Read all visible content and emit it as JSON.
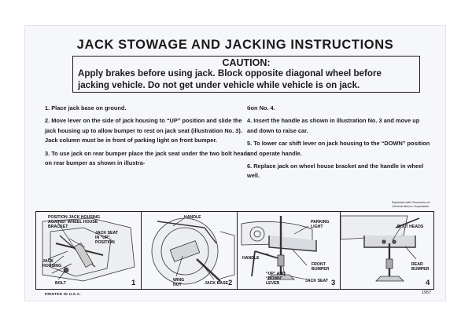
{
  "title": "JACK STOWAGE AND JACKING INSTRUCTIONS",
  "caution": {
    "heading": "CAUTION:",
    "line1": "Apply brakes before using jack. Block opposite diagonal wheel before",
    "line2": "jacking vehicle. Do not get under vehicle while vehicle is on jack."
  },
  "instructions_left": [
    "1.  Place jack base on ground.",
    "2.  Move lever on the side of jack housing to “UP” position and slide the jack housing up to allow bumper to rest on jack seat (illustration No. 3). Jack column must be in front of parking light on front bumper.",
    "3.  To use jack on rear bumper place the jack seat under the two bolt heads on rear bumper as shown in illustra-"
  ],
  "instructions_right": [
    "tion No. 4.",
    "4.  Insert the handle as shown in illustration No. 3 and move up and down to raise car.",
    "5.  To lower car shift lever on jack housing to the “DOWN” position and operate handle.",
    "6.  Replace jack on wheel house bracket and the handle in wheel well."
  ],
  "permission": "Reprinted with Permission of\nGeneral Motors Corporation",
  "illustrations": {
    "p1": {
      "number": "1",
      "position_label": "POSITION JACK HOUSING\nAGAINST WHEEL HOUSE\nBRACKET",
      "jack_seat_label": "JACK SEAT\nIN “UP”\nPOSITION",
      "housing_label": "JACK\nHOUSING",
      "bolt_label": "BOLT"
    },
    "p2": {
      "number": "2",
      "handle_label": "HANDLE",
      "wing_nut_label": "WING\nNUT",
      "jack_base_label": "JACK BASE"
    },
    "p3": {
      "number": "3",
      "parking_light_label": "PARKING\nLIGHT",
      "handle_label": "HANDLE",
      "front_bumper_label": "FRONT\nBUMPER",
      "lever_label": "“UP” AND\n“DOWN”\nLEVER",
      "jack_seat_label": "JACK SEAT"
    },
    "p4": {
      "number": "4",
      "bolt_heads_label": "BOLT HEADS",
      "rear_bumper_label": "REAR\nBUMPER"
    }
  },
  "footer": {
    "printed": "PRINTED IN U.S.A.",
    "year": "1957"
  }
}
